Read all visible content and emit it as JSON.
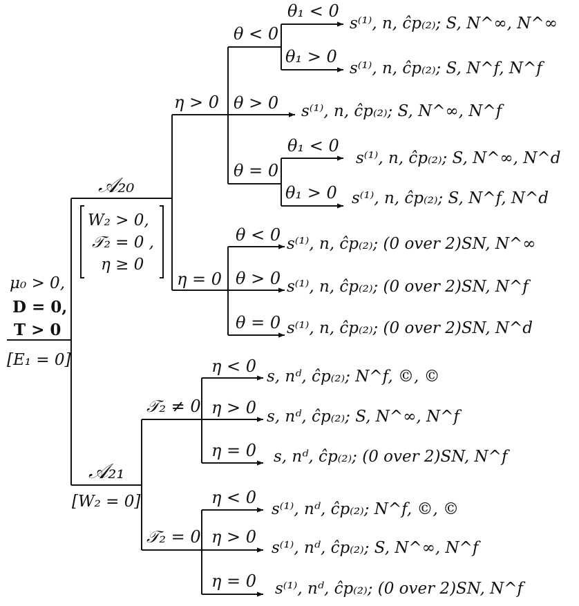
{
  "root": {
    "conditions": [
      "μ₀ > 0,",
      "D = 0,",
      "T > 0"
    ],
    "label": "[E₁ = 0]"
  },
  "branches": [
    {
      "name": "𝒜₂₀",
      "conditions": [
        "W₂ > 0,",
        "𝒯₂ = 0 ,",
        "η ≥ 0"
      ],
      "eta_pos_label": "η > 0",
      "eta_zero_label": "η = 0",
      "eta_pos": {
        "theta_neg_label": "θ < 0",
        "theta_neg_sub": [
          {
            "label": "θ₁ < 0",
            "result": "s⁽¹⁾, n, ĉp₍₂₎; S, N^∞, N^∞"
          },
          {
            "label": "θ₁ > 0",
            "result": "s⁽¹⁾, n, ĉp₍₂₎; S, N^f, N^f"
          }
        ],
        "theta_pos": {
          "label": "θ > 0",
          "result": "s⁽¹⁾, n, ĉp₍₂₎; S, N^∞, N^f"
        },
        "theta_zero_label": "θ = 0",
        "theta_zero_sub": [
          {
            "label": "θ₁ < 0",
            "result": "s⁽¹⁾, n, ĉp₍₂₎; S, N^∞, N^d"
          },
          {
            "label": "θ₁ > 0",
            "result": "s⁽¹⁾, n, ĉp₍₂₎; S, N^f, N^d"
          }
        ]
      },
      "eta_zero": [
        {
          "label": "θ < 0",
          "result": "s⁽¹⁾, n, ĉp₍₂₎; (0 over 2)SN, N^∞"
        },
        {
          "label": "θ > 0",
          "result": "s⁽¹⁾, n, ĉp₍₂₎; (0 over 2)SN, N^f"
        },
        {
          "label": "θ = 0",
          "result": "s⁽¹⁾, n, ĉp₍₂₎; (0 over 2)SN, N^d"
        }
      ]
    },
    {
      "name": "𝒜₂₁",
      "condition": "[W₂ = 0]",
      "t_nonzero_label": "𝒯₂ ≠ 0",
      "t_zero_label": "𝒯₂ = 0",
      "t_nonzero": [
        {
          "label": "η < 0",
          "result": "s, nᵈ, ĉp₍₂₎; N^f, ©, ©"
        },
        {
          "label": "η > 0",
          "result": "s, nᵈ, ĉp₍₂₎; S, N^∞, N^f"
        },
        {
          "label": "η = 0",
          "result": "s, nᵈ, ĉp₍₂₎; (0 over 2)SN, N^f"
        }
      ],
      "t_zero": [
        {
          "label": "η < 0",
          "result": "s⁽¹⁾, nᵈ, ĉp₍₂₎; N^f, ©, ©"
        },
        {
          "label": "η > 0",
          "result": "s⁽¹⁾, nᵈ, ĉp₍₂₎; S, N^∞, N^f"
        },
        {
          "label": "η = 0",
          "result": "s⁽¹⁾, nᵈ, ĉp₍₂₎; (0 over 2)SN, N^f"
        }
      ]
    }
  ]
}
